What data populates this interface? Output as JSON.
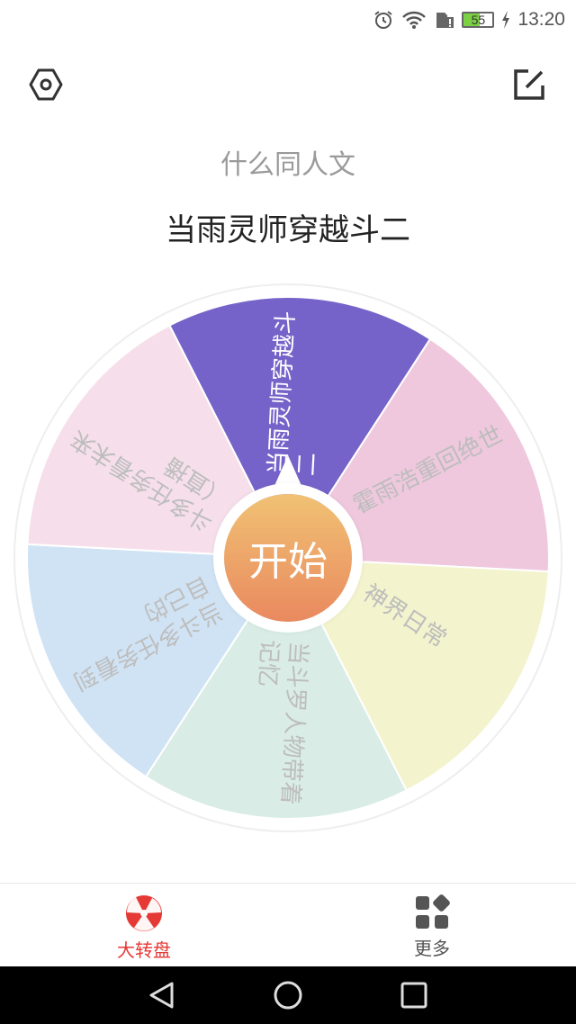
{
  "status_bar": {
    "battery": "55",
    "time": "13:20"
  },
  "header": {
    "subtitle": "什么同人文",
    "title": "当雨灵师穿越斗二"
  },
  "wheel": {
    "start_label": "开始",
    "segments": [
      {
        "text": "当雨灵师穿越斗二",
        "color": "#7563c9",
        "text_color": "#ffffff"
      },
      {
        "text": "霍雨浩重回绝世",
        "color": "#efc8de",
        "text_color": "#bdbdbd"
      },
      {
        "text": "神界日常",
        "color": "#f3f3cd",
        "text_color": "#bdbdbd"
      },
      {
        "text": "当斗罗人物带着记忆",
        "color": "#d9ece6",
        "text_color": "#bdbdbd"
      },
      {
        "text": "当斗多任务看到自己的",
        "color": "#d0e3f4",
        "text_color": "#bdbdbd"
      },
      {
        "text": "斗多任务看未来（直播",
        "color": "#f6dfea",
        "text_color": "#bdbdbd"
      }
    ]
  },
  "tabs": [
    {
      "label": "大转盘",
      "active": true
    },
    {
      "label": "更多",
      "active": false
    }
  ],
  "colors": {
    "accent": "#e53935",
    "inactive": "#555555"
  }
}
